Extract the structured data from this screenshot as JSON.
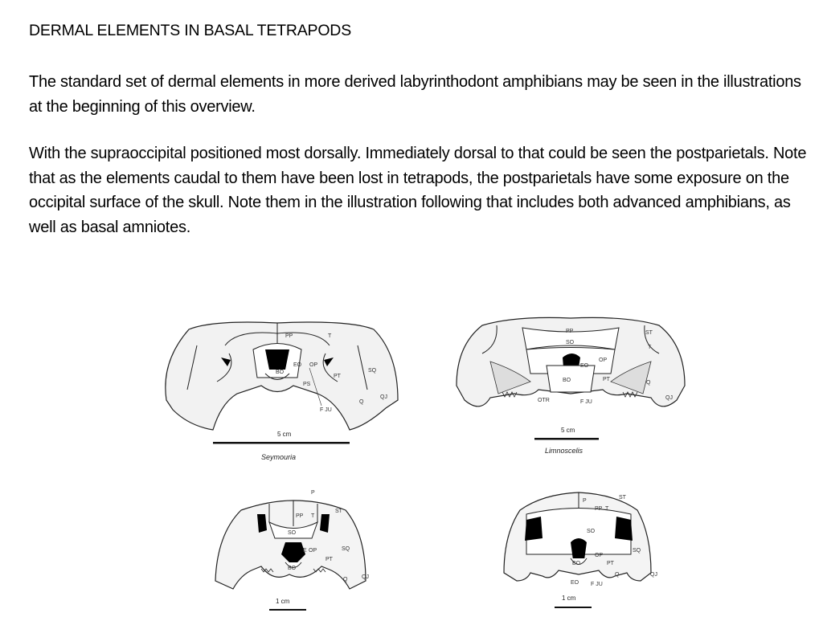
{
  "title": "DERMAL ELEMENTS IN BASAL TETRAPODS",
  "paragraphs": [
    "The standard set of dermal elements in more derived labyrinthodont amphibians may be seen in the illustrations at the beginning of this overview.",
    "With the supraoccipital positioned most dorsally.  Immediately dorsal to that could be seen the postparietals.  Note that as the elements caudal to them have been lost in tetrapods, the postparietals have some exposure on the occipital surface of the skull.  Note them in the illustration following that includes both advanced amphibians, as well as basal amniotes."
  ],
  "figures": [
    {
      "name": "Seymouria",
      "scale": "5 cm",
      "labels": {
        "pp": "PP",
        "t": "T",
        "eo": "EO",
        "op": "OP",
        "bo": "BO",
        "ps": "PS",
        "pt": "PT",
        "sq": "SQ",
        "q": "Q",
        "qj": "QJ",
        "fju": "F JU"
      }
    },
    {
      "name": "Limnoscelis",
      "scale": "5 cm",
      "labels": {
        "pp": "PP",
        "so": "SO",
        "st": "ST",
        "t": "T",
        "op": "OP",
        "eo": "EO",
        "bo": "BO",
        "pt": "PT",
        "q": "Q",
        "qj": "QJ",
        "otr": "OTR",
        "fju": "F JU"
      }
    },
    {
      "name": "",
      "scale": "1 cm",
      "labels": {
        "p": "P",
        "pp": "PP",
        "t": "T",
        "st": "ST",
        "so": "SO",
        "e": "E",
        "op": "OP",
        "sq": "SQ",
        "pt": "PT",
        "bo": "BO",
        "q": "Q",
        "qj": "QJ"
      }
    },
    {
      "name": "",
      "scale": "1 cm",
      "labels": {
        "p": "P",
        "st": "ST",
        "pp": "PP",
        "t": "T",
        "so": "SO",
        "op": "OP",
        "sq": "SQ",
        "pt": "PT",
        "bo": "BO",
        "q": "Q",
        "qj": "QJ",
        "eo": "EO",
        "fju": "F JU"
      }
    }
  ]
}
